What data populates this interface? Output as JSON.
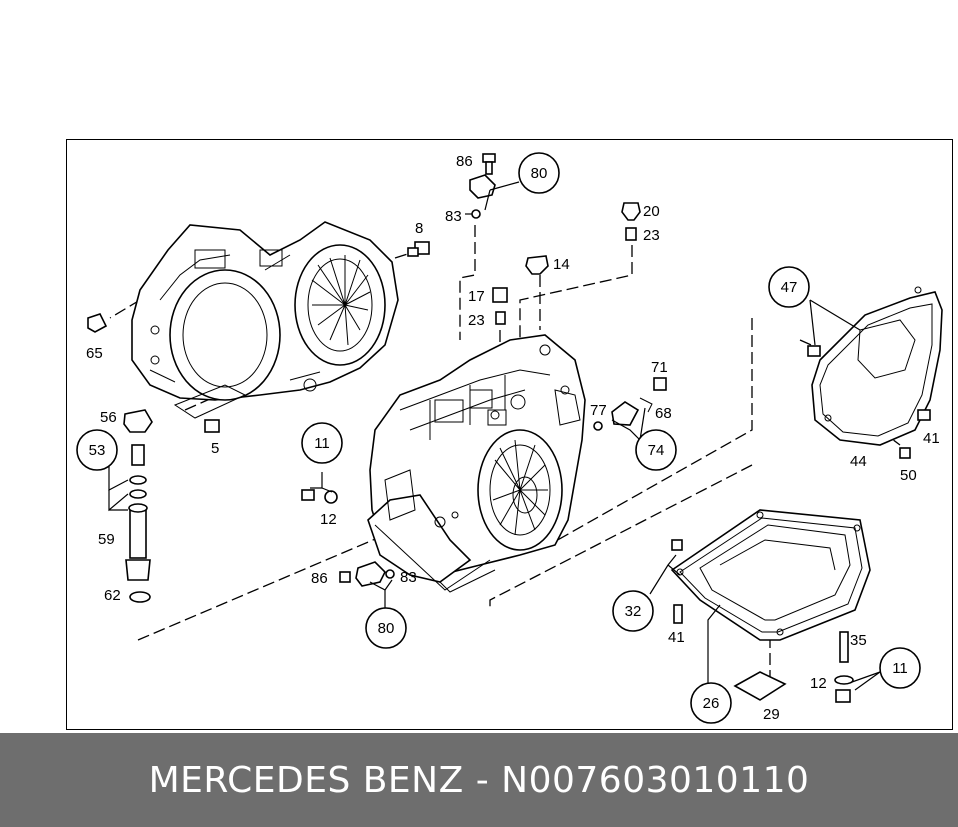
{
  "footer": {
    "title": "MERCEDES BENZ - N007603010110"
  },
  "colors": {
    "footer_bg": "#6e6e6e",
    "footer_text": "#ffffff",
    "line": "#000000"
  },
  "callouts": {
    "c80_top": "80",
    "c47": "47",
    "c11_left": "11",
    "c53": "53",
    "c74": "74",
    "c32": "32",
    "c80_bottom": "80",
    "c26": "26",
    "c11_right": "11"
  },
  "labels": {
    "l86_top": "86",
    "l83_top": "83",
    "l8": "8",
    "l20": "20",
    "l23_top": "23",
    "l14": "14",
    "l17": "17",
    "l23_mid": "23",
    "l65": "65",
    "l5": "5",
    "l56": "56",
    "l59": "59",
    "l62": "62",
    "l12_left": "12",
    "l86_bottom": "86",
    "l83_bottom": "83",
    "l71": "71",
    "l77": "77",
    "l68": "68",
    "l41_right": "41",
    "l44": "44",
    "l50": "50",
    "l41_pan": "41",
    "l35": "35",
    "l12_right": "12",
    "l29": "29"
  }
}
